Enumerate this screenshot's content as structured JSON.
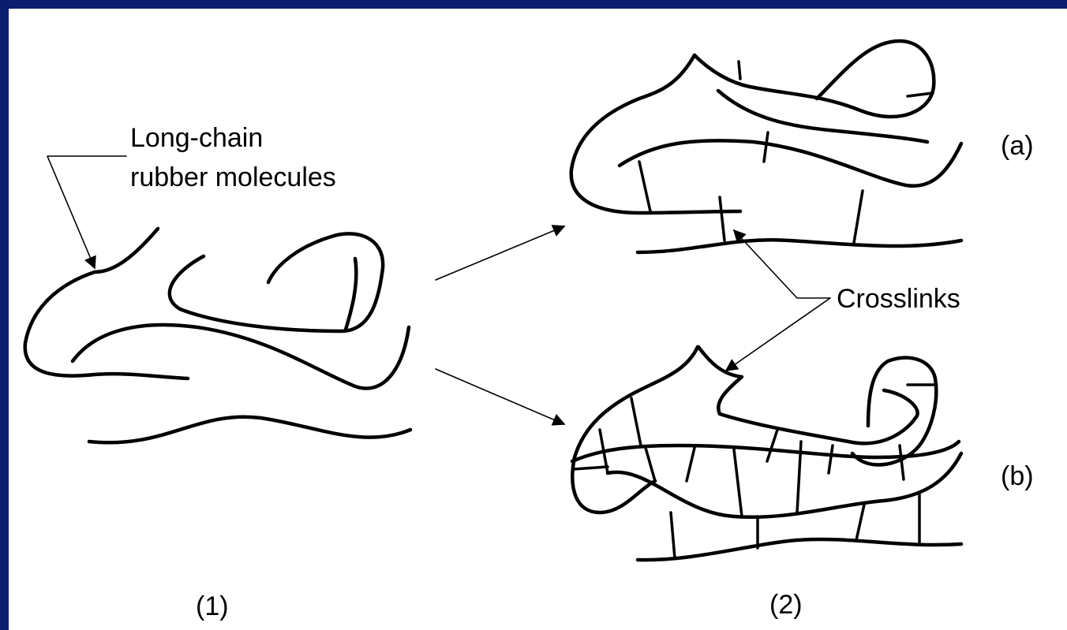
{
  "labels": {
    "molecules_line1": "Long-chain",
    "molecules_line2": "rubber molecules",
    "crosslinks": "Crosslinks",
    "panel_a": "(a)",
    "panel_b": "(b)",
    "stage_1": "(1)",
    "stage_2": "(2)"
  },
  "colors": {
    "frame": "#0b1e6e",
    "background": "#ffffff",
    "ink": "#000000"
  }
}
